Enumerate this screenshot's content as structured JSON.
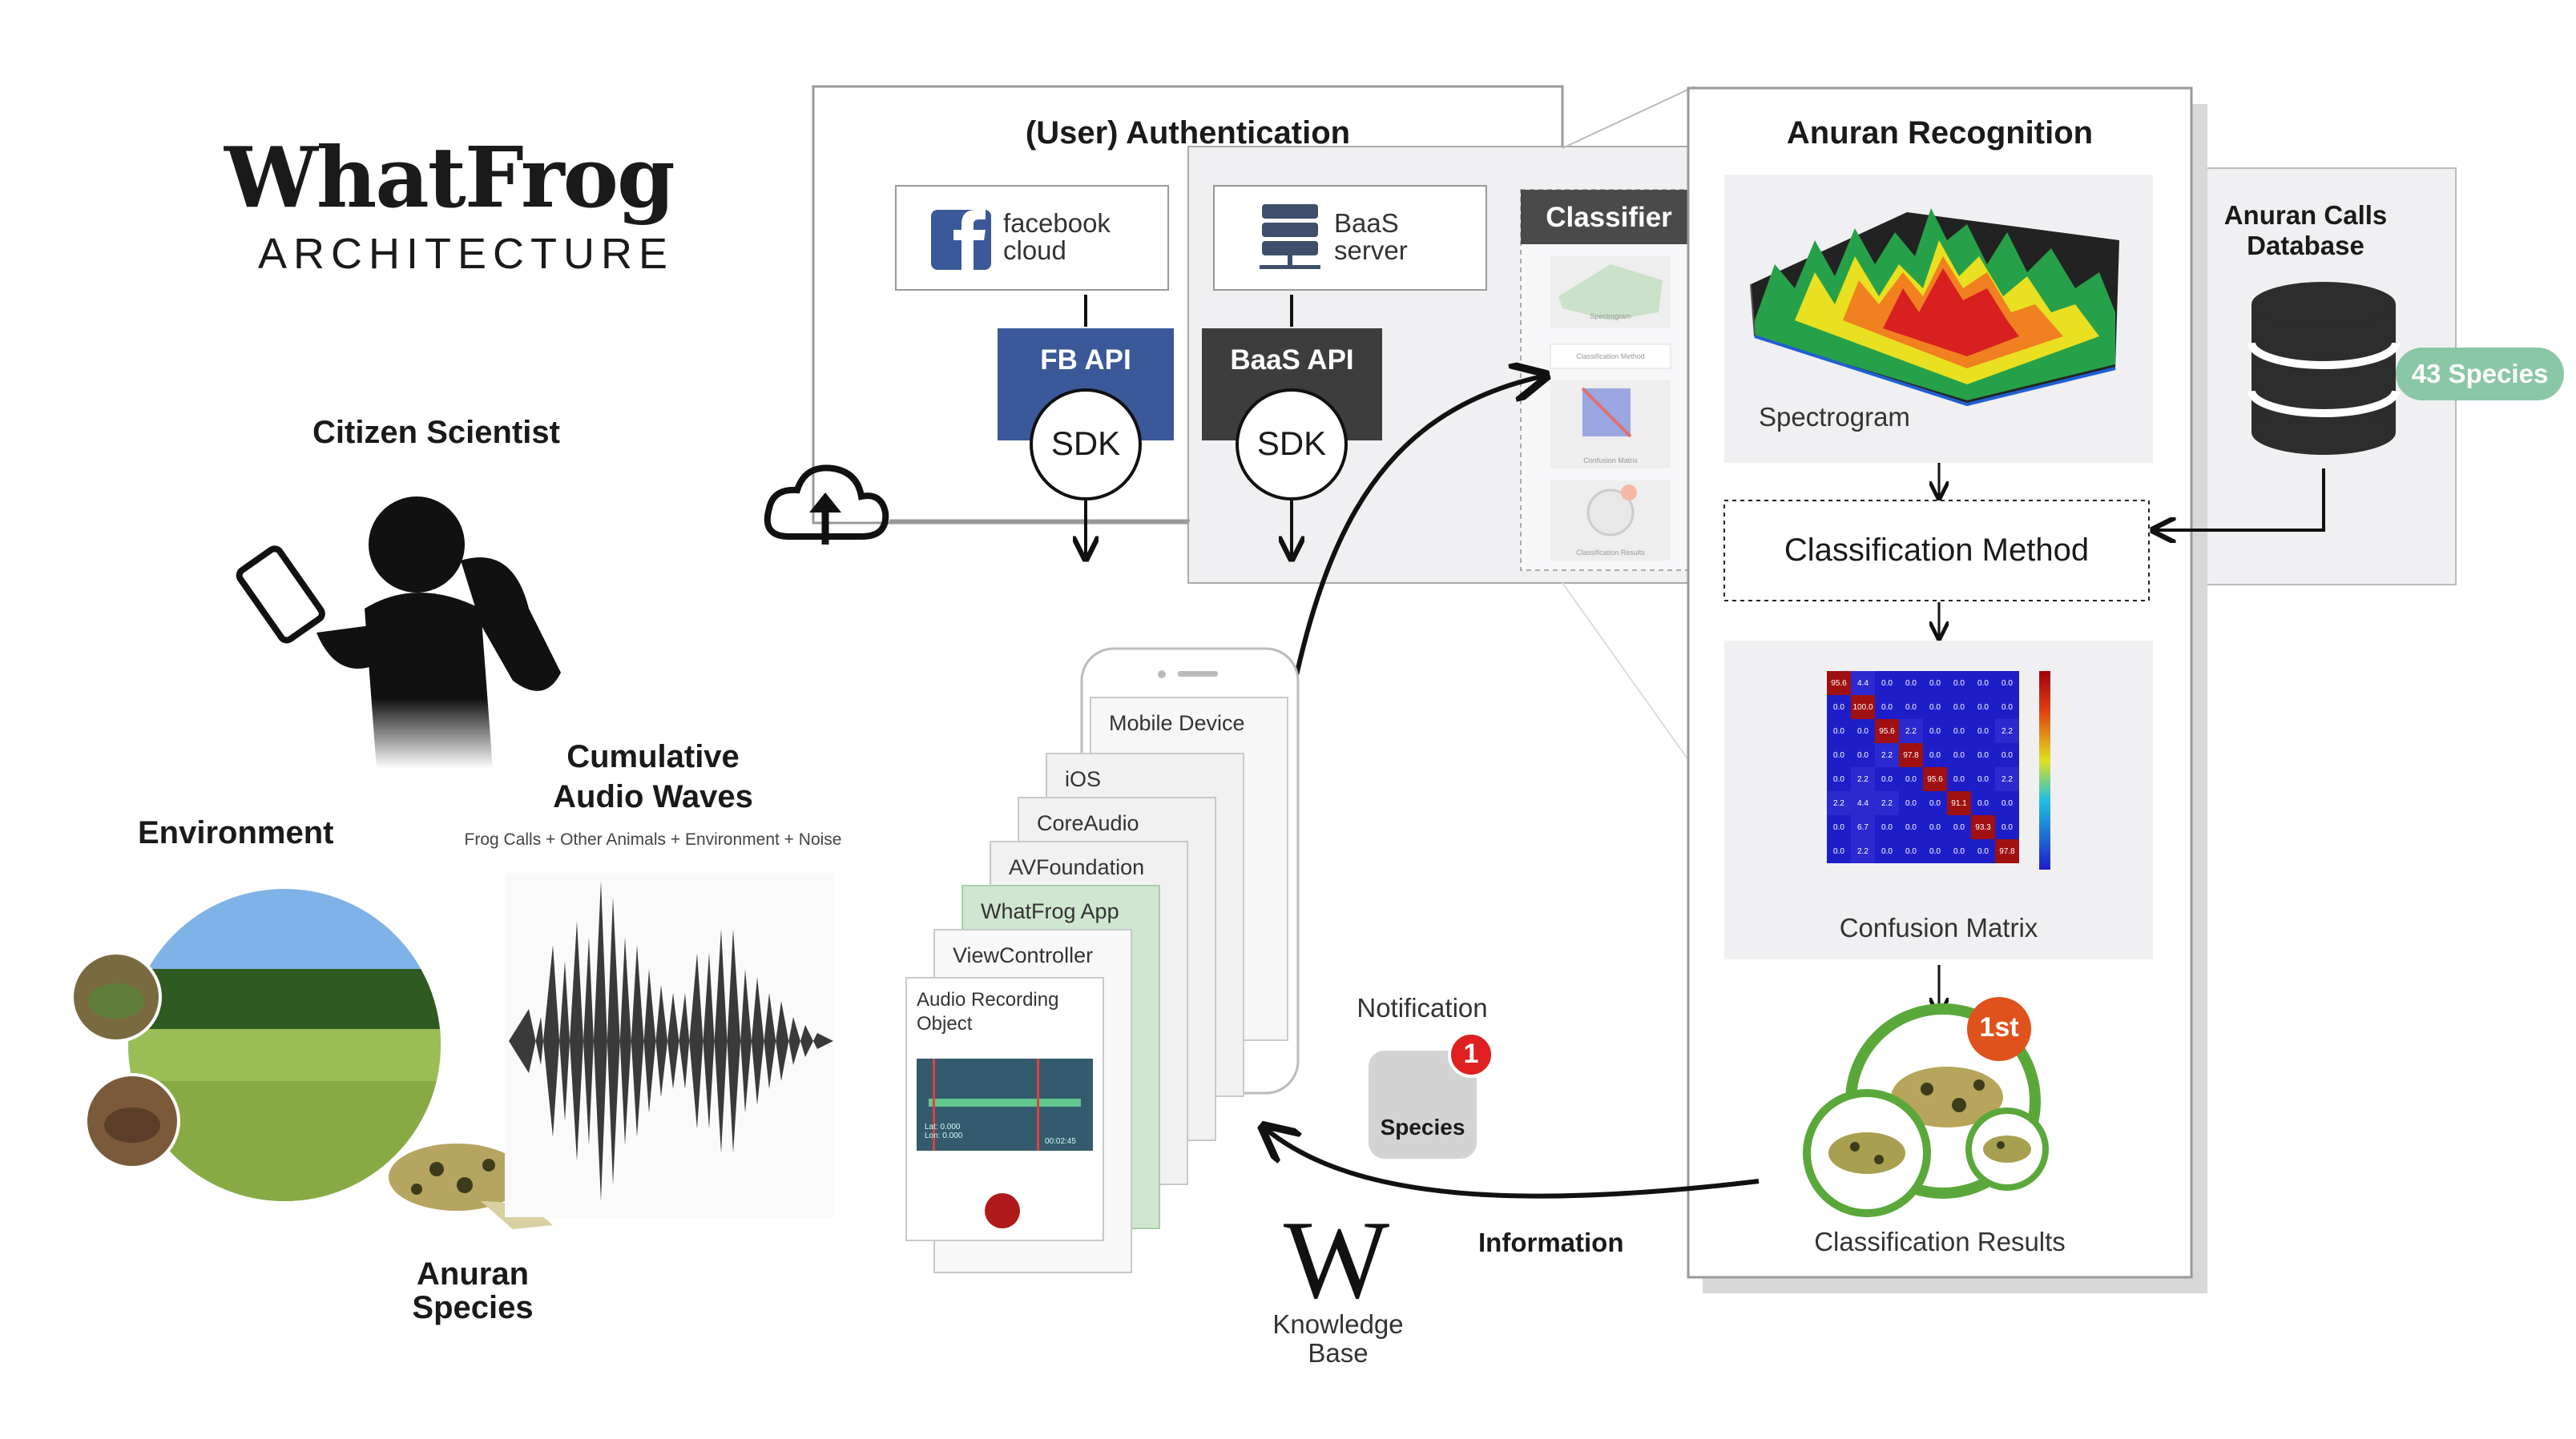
{
  "title": {
    "main": "WhatFrog",
    "sub": "ARCHITECTURE"
  },
  "left": {
    "citizen_scientist": "Citizen Scientist",
    "environment": "Environment",
    "cumulative": "Cumulative\nAudio Waves",
    "cumulative_sub": "Frog Calls + Other Animals + Environment + Noise",
    "anuran_species": "Anuran\nSpecies"
  },
  "auth": {
    "title": "(User) Authentication",
    "facebook": "facebook\ncloud",
    "baas": "BaaS\nserver",
    "fb_api": "FB API",
    "baas_api": "BaaS API",
    "sdk": "SDK"
  },
  "classifier": {
    "label": "Classifier",
    "thumbs": [
      "Spectrogram",
      "Classification Method",
      "Confusion Matrix",
      "Classification Results"
    ]
  },
  "recognition": {
    "title": "Anuran Recognition",
    "spectrogram": "Spectrogram",
    "method": "Classification Method",
    "confusion": "Confusion Matrix",
    "results": "Classification Results",
    "rank": "1st"
  },
  "database": {
    "title": "Anuran Calls\nDatabase",
    "species": "43 Species"
  },
  "mobile": {
    "layers": [
      "Mobile Device",
      "iOS",
      "CoreAudio",
      "AVFoundation",
      "WhatFrog App",
      "ViewController"
    ],
    "recording": "Audio Recording\nObject",
    "rec_left": "Lat: 0.000\nLon: 0.000",
    "rec_right": "00:02:45"
  },
  "notification": {
    "label": "Notification",
    "badge": "1",
    "species": "Species"
  },
  "knowledge": {
    "logo": "W",
    "label": "Knowledge\nBase",
    "information": "Information"
  },
  "colors": {
    "fb": "#3b5998",
    "baas": "#3d3d3d",
    "species_pill": "#8ac7a6",
    "badge": "#e02020",
    "green_layer": "#cfe6cf"
  },
  "chart_data": {
    "type": "heatmap",
    "title": "",
    "matrix": [
      [
        95.6,
        4.4,
        0.0,
        0.0,
        0.0,
        0.0,
        0.0,
        0.0
      ],
      [
        0.0,
        100.0,
        0.0,
        0.0,
        0.0,
        0.0,
        0.0,
        0.0
      ],
      [
        0.0,
        0.0,
        95.6,
        2.2,
        0.0,
        0.0,
        0.0,
        2.2
      ],
      [
        0.0,
        0.0,
        2.2,
        97.8,
        0.0,
        0.0,
        0.0,
        0.0
      ],
      [
        0.0,
        2.2,
        0.0,
        0.0,
        95.6,
        0.0,
        0.0,
        2.2
      ],
      [
        2.2,
        4.4,
        2.2,
        0.0,
        0.0,
        91.1,
        0.0,
        0.0
      ],
      [
        0.0,
        6.7,
        0.0,
        0.0,
        0.0,
        0.0,
        93.3,
        0.0
      ],
      [
        0.0,
        2.2,
        0.0,
        0.0,
        0.0,
        0.0,
        0.0,
        97.8
      ]
    ]
  }
}
